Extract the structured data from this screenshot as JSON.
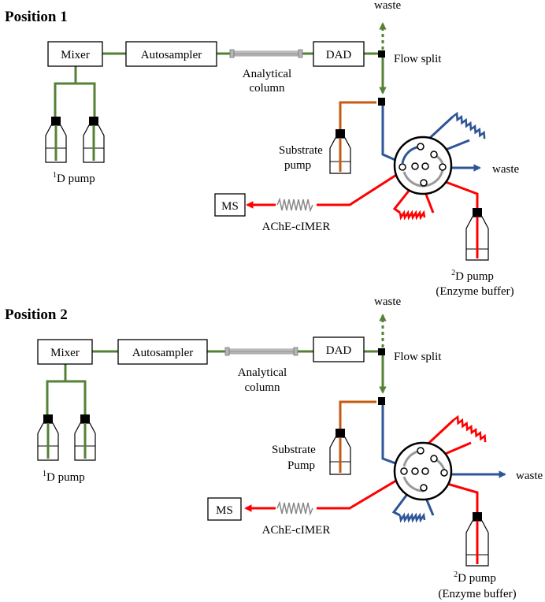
{
  "panel1": {
    "title": "Position 1",
    "mixer": "Mixer",
    "autosampler": "Autosampler",
    "dad": "DAD",
    "column_line1": "Analytical",
    "column_line2": "column",
    "waste_top": "waste",
    "flow_split": "Flow split",
    "substrate_line1": "Substrate",
    "substrate_line2": "pump",
    "waste_right": "waste",
    "ms": "MS",
    "imer": "AChE-cIMER",
    "pump1_sup": "1",
    "pump1": "D pump",
    "pump2_sup": "2",
    "pump2_line1": "D pump",
    "pump2_line2": "(Enzyme buffer)"
  },
  "panel2": {
    "title": "Position 2",
    "mixer": "Mixer",
    "autosampler": "Autosampler",
    "dad": "DAD",
    "column_line1": "Analytical",
    "column_line2": "column",
    "waste_top": "waste",
    "flow_split": "Flow split",
    "substrate_line1": "Substrate",
    "substrate_line2": "Pump",
    "waste_right": "waste",
    "ms": "MS",
    "imer": "AChE-cIMER",
    "pump1_sup": "1",
    "pump1": "D pump",
    "pump2_sup": "2",
    "pump2_line1": "D pump",
    "pump2_line2": "(Enzyme buffer)"
  },
  "colors": {
    "green": "#548235",
    "red": "#ff0000",
    "blue": "#2e5597",
    "orange": "#c55a11",
    "gray": "#a6a6a6"
  }
}
